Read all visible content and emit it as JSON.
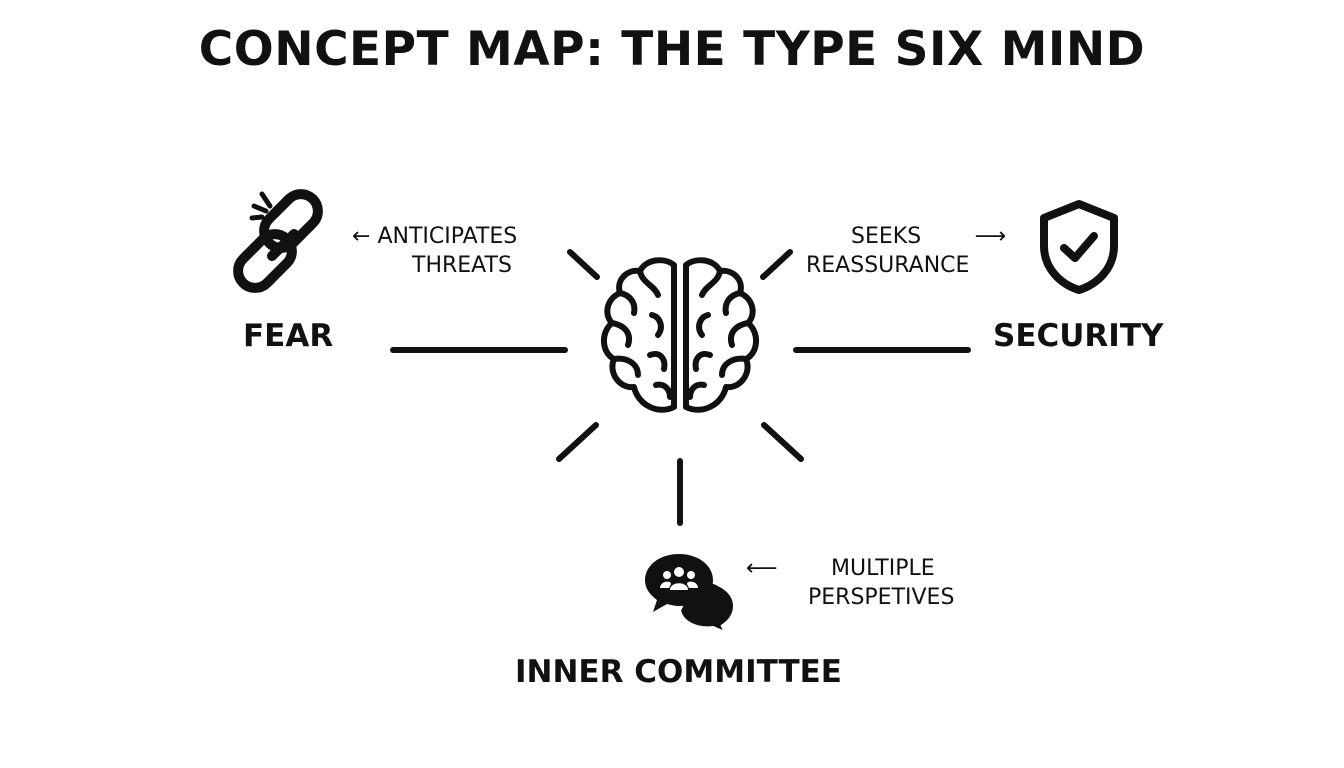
{
  "title": "CONCEPT MAP: THE TYPE SIX MIND",
  "center": {
    "icon": "brain-icon"
  },
  "nodes": {
    "fear": {
      "label": "FEAR",
      "icon": "broken-chain-icon",
      "relation": [
        "ANTICIPATES",
        "THREATS"
      ],
      "arrow": "←"
    },
    "security": {
      "label": "SECURITY",
      "icon": "shield-check-icon",
      "relation": [
        "SEEKS",
        "REASSURANCE"
      ],
      "arrow": "→"
    },
    "committee": {
      "label": "INNER COMMITTEE",
      "icon": "chat-group-icon",
      "relation": [
        "MULTIPLE",
        "PERSPETIVES"
      ],
      "arrow": "←"
    }
  },
  "colors": {
    "ink": "#111111",
    "background": "#ffffff"
  }
}
